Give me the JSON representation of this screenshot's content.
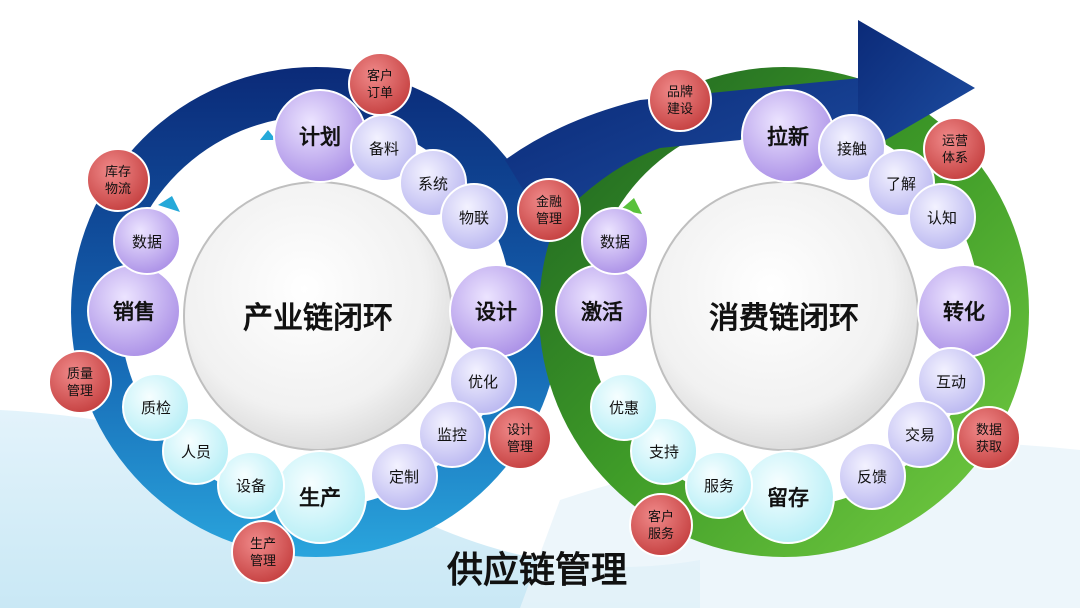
{
  "title": "供应链管理",
  "industry_loop": {
    "center_label": "产业链闭环",
    "stages": {
      "plan": "计划",
      "design": "设计",
      "production": "生产",
      "sales": "销售"
    },
    "steps": {
      "stocking": "备料",
      "system": "系统",
      "iot": "物联",
      "optimize": "优化",
      "monitor": "监控",
      "customize": "定制",
      "equipment": "设备",
      "staff": "人员",
      "qc": "质检",
      "data": "数据"
    },
    "tags": {
      "customer_order": [
        "客户",
        "订单"
      ],
      "inventory_logistics": [
        "库存",
        "物流"
      ],
      "quality_mgmt": [
        "质量",
        "管理"
      ],
      "production_mgmt": [
        "生产",
        "管理"
      ],
      "design_mgmt": [
        "设计",
        "管理"
      ]
    }
  },
  "finance_tag": [
    "金融",
    "管理"
  ],
  "consumer_loop": {
    "center_label": "消费链闭环",
    "stages": {
      "acquire": "拉新",
      "convert": "转化",
      "retain": "留存",
      "activate": "激活"
    },
    "steps": {
      "contact": "接触",
      "understand": "了解",
      "cognition": "认知",
      "interact": "互动",
      "trade": "交易",
      "feedback": "反馈",
      "service": "服务",
      "support": "支持",
      "promotion": "优惠",
      "data": "数据"
    },
    "tags": {
      "brand": [
        "品牌",
        "建设"
      ],
      "operations": [
        "运营",
        "体系"
      ],
      "data_acq": [
        "数据",
        "获取"
      ],
      "customer_service": [
        "客户",
        "服务"
      ]
    }
  },
  "colors": {
    "industry_ring_dark": "#0d2f80",
    "industry_ring_light": "#1a7fc4",
    "consumer_ring_dark": "#1e6b1a",
    "consumer_ring_light": "#66c83a",
    "purple_node": "#c7b3f0",
    "lavender_node": "#d9d6fb",
    "cyan_node": "#d6f7fb",
    "red_tag": "#d95454"
  }
}
